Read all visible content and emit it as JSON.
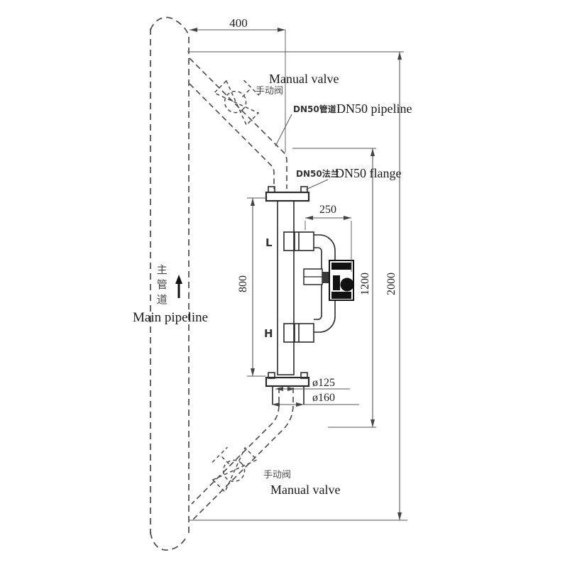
{
  "diagram": {
    "type": "level-gauge pipeline installation drawing",
    "annotations": {
      "manual_valve_top": {
        "zh": "手动阀",
        "en": "Manual valve"
      },
      "dn50_pipeline": {
        "zh": "DN50管道",
        "en": "DN50 pipeline"
      },
      "dn50_flange": {
        "zh": "DN50法兰",
        "en": "DN50 flange"
      },
      "main_pipeline": {
        "zh": "主管道",
        "en": "Main pipeline"
      },
      "manual_valve_bottom": {
        "zh": "手动阀",
        "en": "Manual valve"
      },
      "level_low_mark": "L",
      "level_high_mark": "H"
    },
    "dimensions": {
      "branch_offset": "400",
      "transmitter_offset": "250",
      "measure_span": "800",
      "flange_span": "1200",
      "overall_span": "2000",
      "flange_inner_dia": "ø125",
      "flange_outer_dia": "ø160"
    },
    "colors": {
      "line": "#2a2a2a",
      "dashed_line": "#4a4a4a",
      "dimension_line": "#555555",
      "text": "#1a1a1a"
    }
  }
}
